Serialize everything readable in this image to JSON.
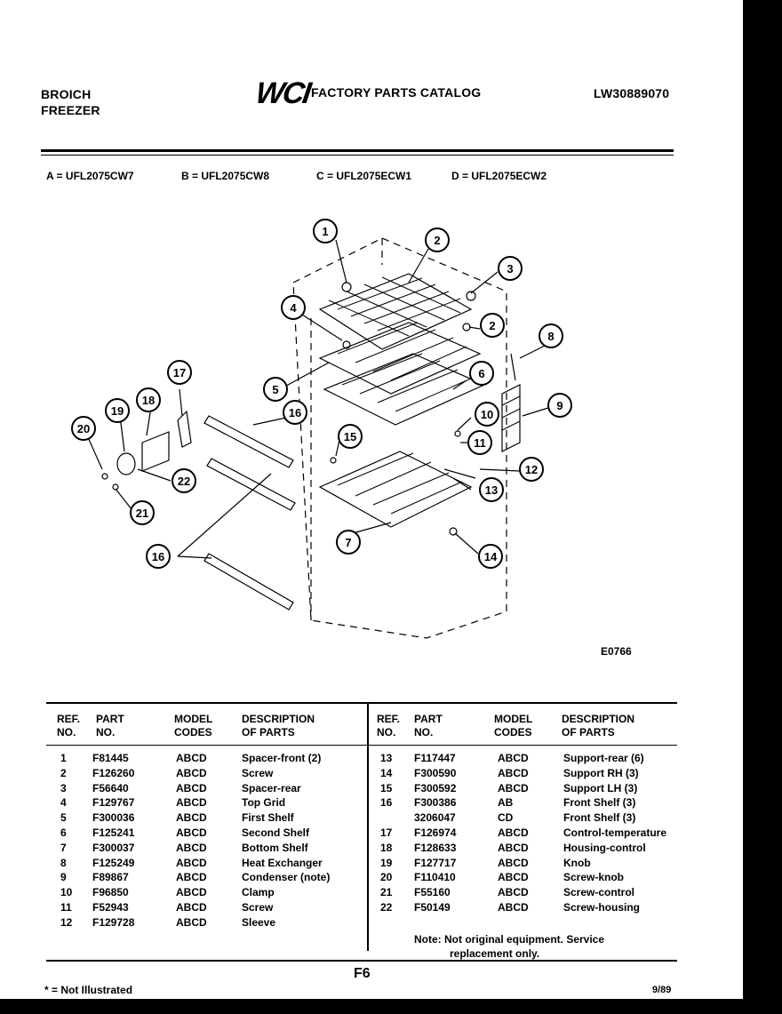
{
  "header": {
    "brand": "BROICH",
    "product": "FREEZER",
    "logo": "WCI",
    "title": "FACTORY PARTS CATALOG",
    "catalog_number": "LW30889070"
  },
  "models": [
    "A = UFL2075CW7",
    "B = UFL2075CW8",
    "C = UFL2075ECW1",
    "D = UFL2075ECW2"
  ],
  "diagram": {
    "figure_code": "E0766",
    "callouts": [
      "1",
      "2",
      "3",
      "4",
      "2",
      "5",
      "6",
      "7",
      "8",
      "9",
      "10",
      "11",
      "12",
      "13",
      "14",
      "15",
      "16",
      "16",
      "17",
      "18",
      "19",
      "20",
      "21",
      "22"
    ]
  },
  "table": {
    "headers": [
      {
        "l1": "REF.",
        "l2": "NO."
      },
      {
        "l1": "PART",
        "l2": "NO."
      },
      {
        "l1": "MODEL",
        "l2": "CODES"
      },
      {
        "l1": "DESCRIPTION",
        "l2": "OF PARTS"
      }
    ],
    "left": [
      {
        "ref": "1",
        "part": "F81445",
        "codes": "ABCD",
        "desc": "Spacer-front (2)"
      },
      {
        "ref": "2",
        "part": "F126260",
        "codes": "ABCD",
        "desc": "Screw"
      },
      {
        "ref": "3",
        "part": "F56640",
        "codes": "ABCD",
        "desc": "Spacer-rear"
      },
      {
        "ref": "4",
        "part": "F129767",
        "codes": "ABCD",
        "desc": "Top Grid"
      },
      {
        "ref": "5",
        "part": "F300036",
        "codes": "ABCD",
        "desc": "First Shelf"
      },
      {
        "ref": "6",
        "part": "F125241",
        "codes": "ABCD",
        "desc": "Second Shelf"
      },
      {
        "ref": "7",
        "part": "F300037",
        "codes": "ABCD",
        "desc": "Bottom Shelf"
      },
      {
        "ref": "8",
        "part": "F125249",
        "codes": "ABCD",
        "desc": "Heat Exchanger"
      },
      {
        "ref": "9",
        "part": "F89867",
        "codes": "ABCD",
        "desc": "Condenser (note)"
      },
      {
        "ref": "10",
        "part": "F96850",
        "codes": "ABCD",
        "desc": "Clamp"
      },
      {
        "ref": "11",
        "part": "F52943",
        "codes": "ABCD",
        "desc": "Screw"
      },
      {
        "ref": "12",
        "part": "F129728",
        "codes": "ABCD",
        "desc": "Sleeve"
      }
    ],
    "right": [
      {
        "ref": "13",
        "part": "F117447",
        "codes": "ABCD",
        "desc": "Support-rear (6)"
      },
      {
        "ref": "14",
        "part": "F300590",
        "codes": "ABCD",
        "desc": "Support RH (3)"
      },
      {
        "ref": "15",
        "part": "F300592",
        "codes": "ABCD",
        "desc": "Support LH (3)"
      },
      {
        "ref": "16",
        "part": "F300386",
        "codes": "AB",
        "desc": "Front Shelf (3)"
      },
      {
        "ref": "",
        "part": "3206047",
        "codes": "CD",
        "desc": "Front Shelf (3)"
      },
      {
        "ref": "17",
        "part": "F126974",
        "codes": "ABCD",
        "desc": "Control-temperature"
      },
      {
        "ref": "18",
        "part": "F128633",
        "codes": "ABCD",
        "desc": "Housing-control"
      },
      {
        "ref": "19",
        "part": "F127717",
        "codes": "ABCD",
        "desc": "Knob"
      },
      {
        "ref": "20",
        "part": "F110410",
        "codes": "ABCD",
        "desc": "Screw-knob"
      },
      {
        "ref": "21",
        "part": "F55160",
        "codes": "ABCD",
        "desc": "Screw-control"
      },
      {
        "ref": "22",
        "part": "F50149",
        "codes": "ABCD",
        "desc": "Screw-housing"
      }
    ],
    "note_line1": "Note:  Not original equipment.  Service",
    "note_line2": "replacement only."
  },
  "footer": {
    "page": "F6",
    "note": "* = Not Illustrated",
    "date": "9/89"
  }
}
